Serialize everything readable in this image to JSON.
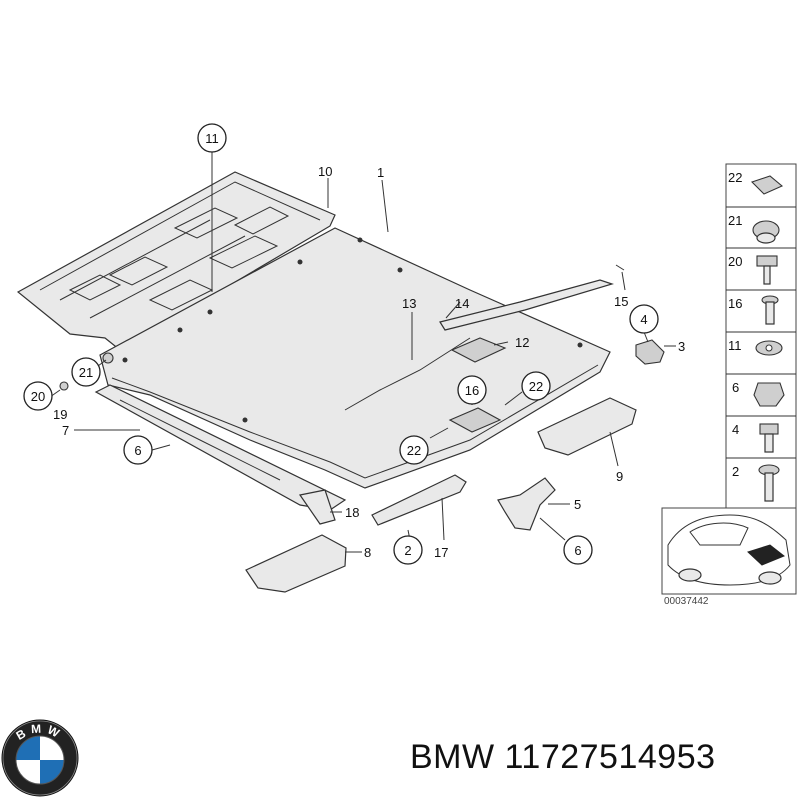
{
  "diagram": {
    "callouts": {
      "c1": "1",
      "c10": "10",
      "c11": "11",
      "c13": "13",
      "c14": "14",
      "c15": "15",
      "c4": "4",
      "c3": "3",
      "c12": "12",
      "c16": "16",
      "c22a": "22",
      "c22b": "22",
      "c21": "21",
      "c20": "20",
      "c19": "19",
      "c7": "7",
      "c6a": "6",
      "c9": "9",
      "c5": "5",
      "c6b": "6",
      "c18": "18",
      "c2": "2",
      "c17": "17",
      "c8": "8"
    },
    "legend": [
      "22",
      "21",
      "20",
      "16",
      "11",
      "6",
      "4",
      "2"
    ],
    "catalog_number": "00037442"
  },
  "brand": {
    "logo_letters": "BMW",
    "caption": "BMW 11727514953"
  }
}
